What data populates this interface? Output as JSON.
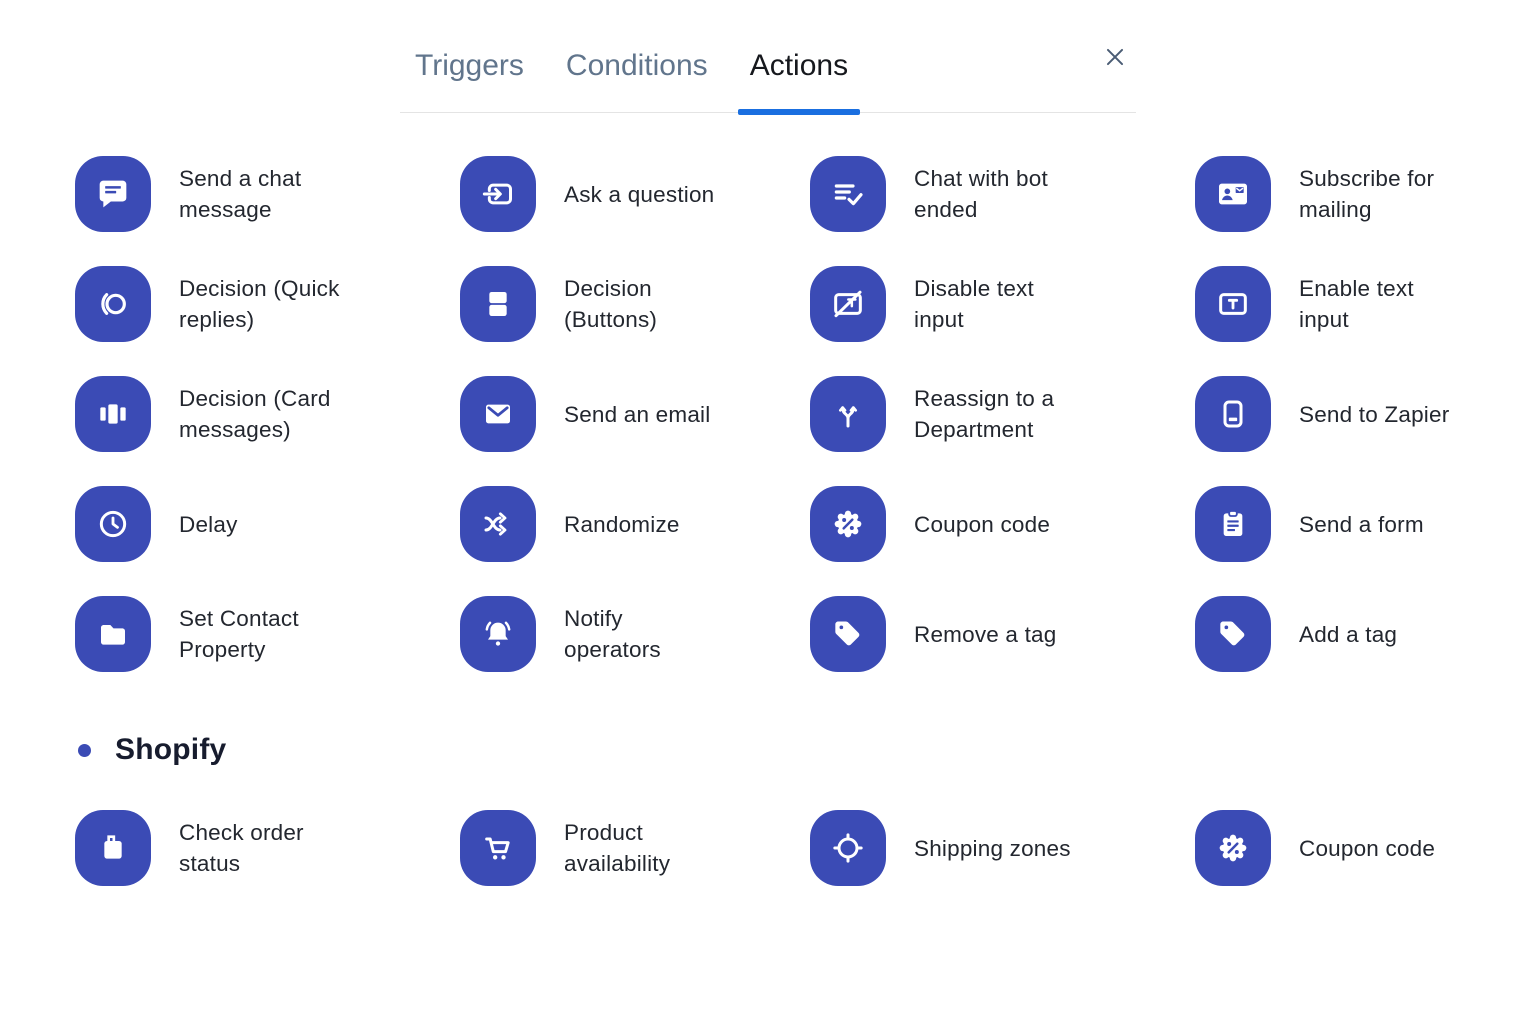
{
  "colors": {
    "accent": "#3b4bb5",
    "tab_underline": "#1a6fe0",
    "tab_inactive": "#61758c",
    "tab_active": "#16181d",
    "divider": "#e4e4e4",
    "label": "#23272f",
    "heading": "#171c2e",
    "close": "#4a5c74"
  },
  "header": {
    "tabs": [
      {
        "label": "Triggers",
        "active": false
      },
      {
        "label": "Conditions",
        "active": false
      },
      {
        "label": "Actions",
        "active": true
      }
    ],
    "close_icon": "close-icon"
  },
  "actions": {
    "items": [
      {
        "label": "Send a chat\nmessage",
        "icon": "chat-message-icon"
      },
      {
        "label": "Ask a question",
        "icon": "ask-question-icon"
      },
      {
        "label": "Chat with bot\nended",
        "icon": "chat-bot-ended-icon"
      },
      {
        "label": "Subscribe for\nmailing",
        "icon": "subscribe-mailing-icon"
      },
      {
        "label": "Decision (Quick\nreplies)",
        "icon": "decision-quick-replies-icon"
      },
      {
        "label": "Decision\n(Buttons)",
        "icon": "decision-buttons-icon"
      },
      {
        "label": "Disable text\ninput",
        "icon": "disable-text-input-icon"
      },
      {
        "label": "Enable text\ninput",
        "icon": "enable-text-input-icon"
      },
      {
        "label": "Decision (Card\nmessages)",
        "icon": "decision-card-messages-icon"
      },
      {
        "label": "Send an email",
        "icon": "send-email-icon"
      },
      {
        "label": "Reassign to a\nDepartment",
        "icon": "reassign-department-icon"
      },
      {
        "label": "Send to Zapier",
        "icon": "send-to-zapier-icon"
      },
      {
        "label": "Delay",
        "icon": "delay-icon"
      },
      {
        "label": "Randomize",
        "icon": "randomize-icon"
      },
      {
        "label": "Coupon code",
        "icon": "coupon-code-icon"
      },
      {
        "label": "Send a form",
        "icon": "send-form-icon"
      },
      {
        "label": "Set Contact\nProperty",
        "icon": "set-contact-property-icon"
      },
      {
        "label": "Notify\noperators",
        "icon": "notify-operators-icon"
      },
      {
        "label": "Remove a tag",
        "icon": "remove-tag-icon"
      },
      {
        "label": "Add a tag",
        "icon": "add-tag-icon"
      }
    ]
  },
  "shopify": {
    "title": "Shopify",
    "items": [
      {
        "label": "Check order\nstatus",
        "icon": "check-order-status-icon"
      },
      {
        "label": "Product\navailability",
        "icon": "product-availability-icon"
      },
      {
        "label": "Shipping zones",
        "icon": "shipping-zones-icon"
      },
      {
        "label": "Coupon code",
        "icon": "coupon-code-icon"
      }
    ]
  }
}
